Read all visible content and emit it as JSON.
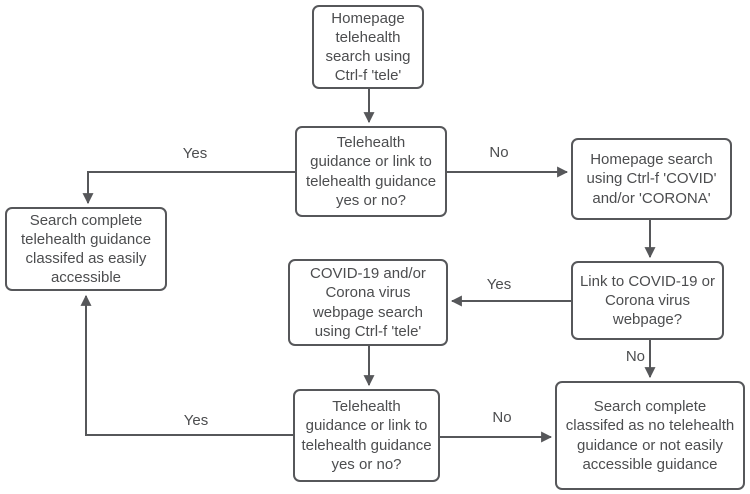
{
  "diagram": {
    "background_color": "#ffffff",
    "node_border_color": "#56575a",
    "node_fill_color": "#ffffff",
    "text_color": "#4c4d4f",
    "arrow_color": "#56575a",
    "nodes": [
      {
        "id": "homepage-telehealth-search",
        "label": "Homepage\ntelehealth\nsearch using\nCtrl-f 'tele'"
      },
      {
        "id": "telehealth-guidance-question-1",
        "label": "Telehealth\nguidance or link to\ntelehealth guidance\nyes or no?"
      },
      {
        "id": "homepage-covid-search",
        "label": "Homepage search\nusing Ctrl-f 'COVID'\nand/or 'CORONA'"
      },
      {
        "id": "search-complete-easily-accessible",
        "label": "Search complete\ntelehealth guidance\nclassifed as easily\naccessible"
      },
      {
        "id": "covid-webpage-search",
        "label": "COVID-19 and/or\nCorona virus\nwebpage search\nusing Ctrl-f 'tele'"
      },
      {
        "id": "covid-webpage-link-question",
        "label": "Link to COVID-19 or\nCorona virus\nwebpage?"
      },
      {
        "id": "telehealth-guidance-question-2",
        "label": "Telehealth\nguidance or link to\ntelehealth guidance\nyes or no?"
      },
      {
        "id": "search-complete-no-guidance",
        "label": "Search complete\nclassifed as no telehealth\nguidance or not easily\naccessible guidance"
      }
    ],
    "edge_labels": [
      {
        "id": "question-1-yes",
        "text": "Yes"
      },
      {
        "id": "question-1-no",
        "text": "No"
      },
      {
        "id": "covid-link-yes",
        "text": "Yes"
      },
      {
        "id": "covid-link-no",
        "text": "No"
      },
      {
        "id": "question-2-yes",
        "text": "Yes"
      },
      {
        "id": "question-2-no",
        "text": "No"
      }
    ]
  }
}
